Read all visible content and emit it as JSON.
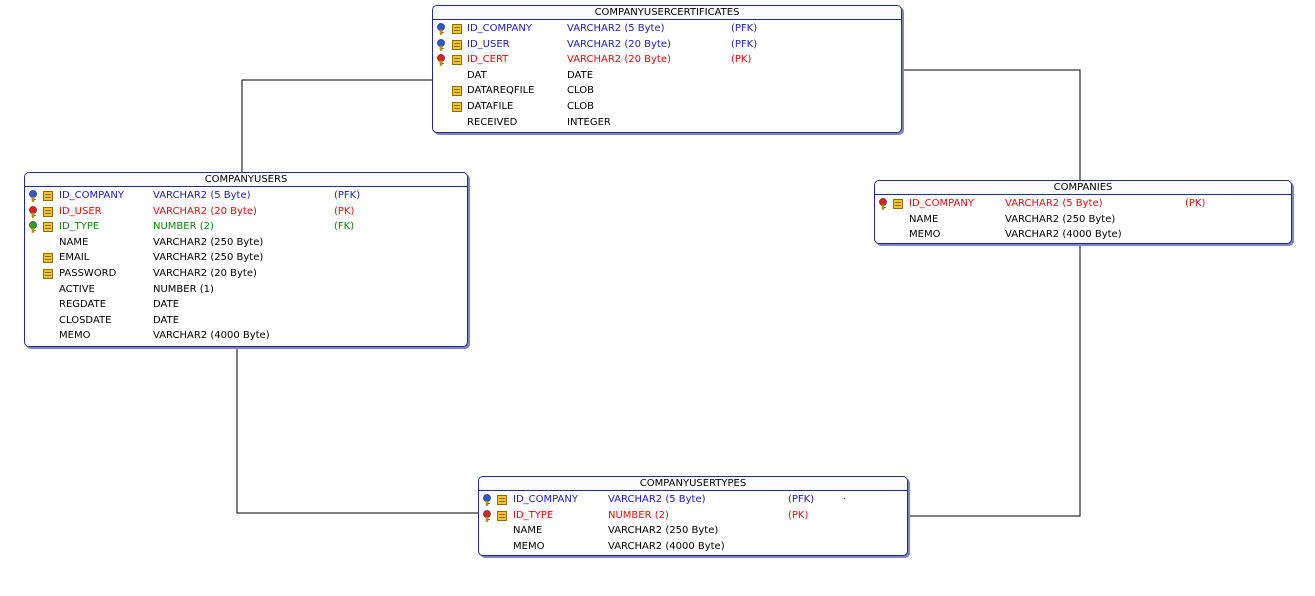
{
  "colors": {
    "pfk": "#1a1ac8",
    "pk": "#e01010",
    "fk": "#108010",
    "normal": "#000000",
    "border": "#1f2e8c",
    "connector": "#000000"
  },
  "entities": {
    "companyusercertificates": {
      "title": "COMPANYUSERCERTIFICATES",
      "rows": [
        {
          "name": "ID_COMPANY",
          "type": "VARCHAR2 (5 Byte)",
          "key": "(PFK)",
          "kind": "pfk",
          "key_icon": "blue-key-icon",
          "field_icon": true
        },
        {
          "name": "ID_USER",
          "type": "VARCHAR2 (20 Byte)",
          "key": "(PFK)",
          "kind": "pfk",
          "key_icon": "blue-key-icon",
          "field_icon": true
        },
        {
          "name": "ID_CERT",
          "type": "VARCHAR2 (20 Byte)",
          "key": "(PK)",
          "kind": "pk",
          "key_icon": "red-key-icon",
          "field_icon": true
        },
        {
          "name": "DAT",
          "type": "DATE",
          "key": "",
          "kind": "normal",
          "key_icon": "",
          "field_icon": false
        },
        {
          "name": "DATAREQFILE",
          "type": "CLOB",
          "key": "",
          "kind": "normal",
          "key_icon": "",
          "field_icon": true
        },
        {
          "name": "DATAFILE",
          "type": "CLOB",
          "key": "",
          "kind": "normal",
          "key_icon": "",
          "field_icon": true
        },
        {
          "name": "RECEIVED",
          "type": "INTEGER",
          "key": "",
          "kind": "normal",
          "key_icon": "",
          "field_icon": false
        }
      ]
    },
    "companyusers": {
      "title": "COMPANYUSERS",
      "rows": [
        {
          "name": "ID_COMPANY",
          "type": "VARCHAR2 (5 Byte)",
          "key": "(PFK)",
          "kind": "pfk",
          "key_icon": "blue-key-icon",
          "field_icon": true
        },
        {
          "name": "ID_USER",
          "type": "VARCHAR2 (20 Byte)",
          "key": "(PK)",
          "kind": "pk",
          "key_icon": "red-key-icon",
          "field_icon": true
        },
        {
          "name": "ID_TYPE",
          "type": "NUMBER (2)",
          "key": "(FK)",
          "kind": "fk",
          "key_icon": "green-key-icon",
          "field_icon": true
        },
        {
          "name": "NAME",
          "type": "VARCHAR2 (250 Byte)",
          "key": "",
          "kind": "normal",
          "key_icon": "",
          "field_icon": false
        },
        {
          "name": "EMAIL",
          "type": "VARCHAR2 (250 Byte)",
          "key": "",
          "kind": "normal",
          "key_icon": "",
          "field_icon": true
        },
        {
          "name": "PASSWORD",
          "type": "VARCHAR2 (20 Byte)",
          "key": "",
          "kind": "normal",
          "key_icon": "",
          "field_icon": true
        },
        {
          "name": "ACTIVE",
          "type": "NUMBER (1)",
          "key": "",
          "kind": "normal",
          "key_icon": "",
          "field_icon": false
        },
        {
          "name": "REGDATE",
          "type": "DATE",
          "key": "",
          "kind": "normal",
          "key_icon": "",
          "field_icon": false
        },
        {
          "name": "CLOSDATE",
          "type": "DATE",
          "key": "",
          "kind": "normal",
          "key_icon": "",
          "field_icon": false
        },
        {
          "name": "MEMO",
          "type": "VARCHAR2 (4000 Byte)",
          "key": "",
          "kind": "normal",
          "key_icon": "",
          "field_icon": false
        }
      ]
    },
    "companies": {
      "title": "COMPANIES",
      "rows": [
        {
          "name": "ID_COMPANY",
          "type": "VARCHAR2 (5 Byte)",
          "key": "(PK)",
          "kind": "pk",
          "key_icon": "red-key-icon",
          "field_icon": true
        },
        {
          "name": "NAME",
          "type": "VARCHAR2 (250 Byte)",
          "key": "",
          "kind": "normal",
          "key_icon": "",
          "field_icon": false
        },
        {
          "name": "MEMO",
          "type": "VARCHAR2 (4000 Byte)",
          "key": "",
          "kind": "normal",
          "key_icon": "",
          "field_icon": false
        }
      ]
    },
    "companyusertypes": {
      "title": "COMPANYUSERTYPES",
      "rows": [
        {
          "name": "ID_COMPANY",
          "type": "VARCHAR2 (5 Byte)",
          "key": "(PFK)",
          "kind": "pfk",
          "key_icon": "blue-key-icon",
          "field_icon": true
        },
        {
          "name": "ID_TYPE",
          "type": "NUMBER (2)",
          "key": "(PK)",
          "kind": "pk",
          "key_icon": "red-key-icon",
          "field_icon": true
        },
        {
          "name": "NAME",
          "type": "VARCHAR2 (250 Byte)",
          "key": "",
          "kind": "normal",
          "key_icon": "",
          "field_icon": false
        },
        {
          "name": "MEMO",
          "type": "VARCHAR2 (4000 Byte)",
          "key": "",
          "kind": "normal",
          "key_icon": "",
          "field_icon": false
        }
      ],
      "stray_mark": "."
    }
  }
}
